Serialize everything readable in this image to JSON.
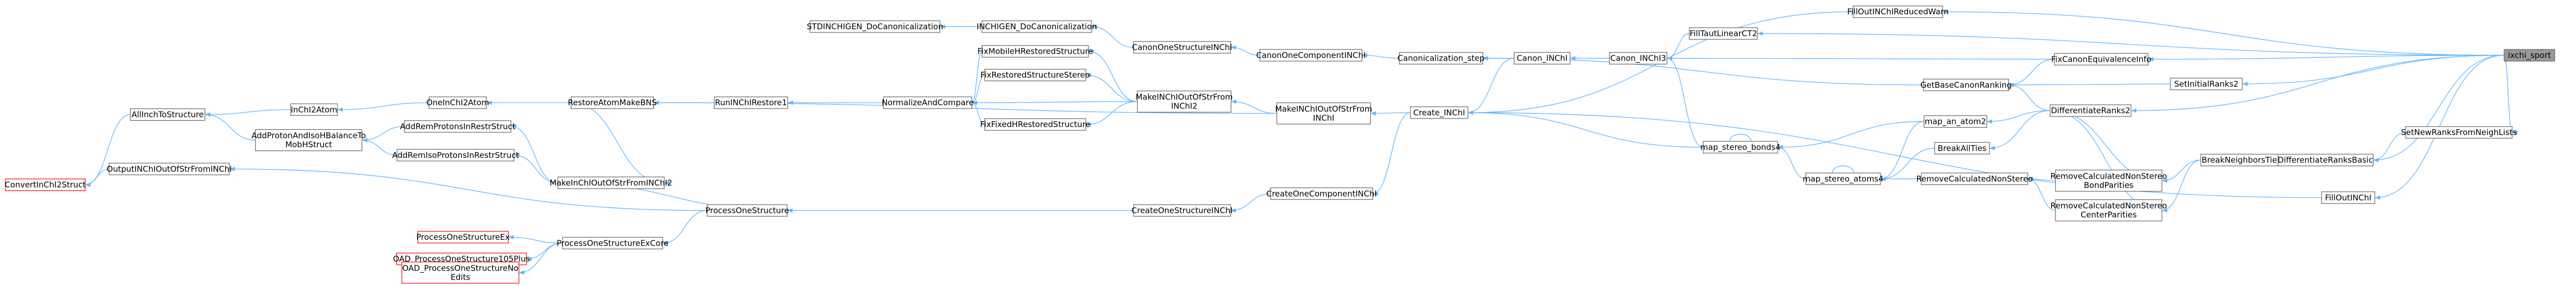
{
  "target": "ixchi_sport",
  "nodes": [
    {
      "id": "ixchi_sport",
      "lines": [
        "ixchi_sport"
      ],
      "red": false,
      "target": true
    },
    {
      "id": "FillOutINChIReducedWarn",
      "lines": [
        "FillOutINChIReducedWarn"
      ],
      "red": false
    },
    {
      "id": "FillTautLinearCT2",
      "lines": [
        "FillTautLinearCT2"
      ],
      "red": false
    },
    {
      "id": "FixCanonEquivalenceInfo",
      "lines": [
        "FixCanonEquivalenceInfo"
      ],
      "red": false
    },
    {
      "id": "SetInitialRanks2",
      "lines": [
        "SetInitialRanks2"
      ],
      "red": false
    },
    {
      "id": "DifferentiateRanks2",
      "lines": [
        "DifferentiateRanks2"
      ],
      "red": false
    },
    {
      "id": "SetNewRanksFromNeighLists",
      "lines": [
        "SetNewRanksFromNeighLists"
      ],
      "red": false
    },
    {
      "id": "DifferentiateRanksBasic",
      "lines": [
        "DifferentiateRanksBasic"
      ],
      "red": false
    },
    {
      "id": "FillOutINChI",
      "lines": [
        "FillOutINChI"
      ],
      "red": false
    },
    {
      "id": "Canon_INChI3",
      "lines": [
        "Canon_INChI3"
      ],
      "red": false
    },
    {
      "id": "GetBaseCanonRanking",
      "lines": [
        "GetBaseCanonRanking"
      ],
      "red": false
    },
    {
      "id": "map_an_atom2",
      "lines": [
        "map_an_atom2"
      ],
      "red": false
    },
    {
      "id": "BreakAllTies",
      "lines": [
        "BreakAllTies"
      ],
      "red": false
    },
    {
      "id": "RemoveCalculatedNonStereoBondParities",
      "lines": [
        "RemoveCalculatedNonStereo",
        "BondParities"
      ],
      "red": false
    },
    {
      "id": "RemoveCalculatedNonStereoCenterParities",
      "lines": [
        "RemoveCalculatedNonStereo",
        "CenterParities"
      ],
      "red": false
    },
    {
      "id": "BreakNeighborsTie",
      "lines": [
        "BreakNeighborsTie"
      ],
      "red": false
    },
    {
      "id": "Create_INChI",
      "lines": [
        "Create_INChI"
      ],
      "red": false
    },
    {
      "id": "Canon_INChI",
      "lines": [
        "Canon_INChI"
      ],
      "red": false
    },
    {
      "id": "map_stereo_bonds4",
      "lines": [
        "map_stereo_bonds4"
      ],
      "red": false
    },
    {
      "id": "map_stereo_atoms4",
      "lines": [
        "map_stereo_atoms4"
      ],
      "red": false
    },
    {
      "id": "RemoveCalculatedNonStereo",
      "lines": [
        "RemoveCalculatedNonStereo"
      ],
      "red": false
    },
    {
      "id": "Canonicalization_step",
      "lines": [
        "Canonicalization_step"
      ],
      "red": false
    },
    {
      "id": "CanonOneComponentINChI",
      "lines": [
        "CanonOneComponentINChI"
      ],
      "red": false
    },
    {
      "id": "MakeINChIOutOfStrFromINChI",
      "lines": [
        "MakeINChIOutOfStrFrom",
        "INChI"
      ],
      "red": false
    },
    {
      "id": "CreateOneComponentINChI",
      "lines": [
        "CreateOneComponentINChI"
      ],
      "red": false
    },
    {
      "id": "CanonOneStructureINChI",
      "lines": [
        "CanonOneStructureINChI"
      ],
      "red": false
    },
    {
      "id": "MakeINChIOutOfStrFromINChI2",
      "lines": [
        "MakeINChIOutOfStrFrom",
        "INChI2"
      ],
      "red": false
    },
    {
      "id": "CreateOneStructureINChI",
      "lines": [
        "CreateOneStructureINChI"
      ],
      "red": false
    },
    {
      "id": "INCHIGEN_DoCanonicalization",
      "lines": [
        "INCHIGEN_DoCanonicalization"
      ],
      "red": false
    },
    {
      "id": "FixMobileHRestoredStructure",
      "lines": [
        "FixMobileHRestoredStructure"
      ],
      "red": false
    },
    {
      "id": "FixRestoredStructureStereo",
      "lines": [
        "FixRestoredStructureStereo"
      ],
      "red": false
    },
    {
      "id": "FixFixedHRestoredStructure",
      "lines": [
        "FixFixedHRestoredStructure"
      ],
      "red": false
    },
    {
      "id": "STDINCHIGEN_DoCanonicalization",
      "lines": [
        "STDINCHIGEN_DoCanonicalization"
      ],
      "red": false
    },
    {
      "id": "NormalizeAndCompare",
      "lines": [
        "NormalizeAndCompare"
      ],
      "red": false
    },
    {
      "id": "RunINChIRestore1",
      "lines": [
        "RunINChIRestore1"
      ],
      "red": false
    },
    {
      "id": "RestoreAtomMakeBNS",
      "lines": [
        "RestoreAtomMakeBNS"
      ],
      "red": false
    },
    {
      "id": "MakeInChIOutOfStrFromINChI2",
      "lines": [
        "MakeInChIOutOfStrFromINChI2"
      ],
      "red": false
    },
    {
      "id": "ProcessOneStructure",
      "lines": [
        "ProcessOneStructure"
      ],
      "red": false
    },
    {
      "id": "OneInChI2Atom",
      "lines": [
        "OneInChI2Atom"
      ],
      "red": false
    },
    {
      "id": "AddRemProtonsInRestrStruct",
      "lines": [
        "AddRemProtonsInRestrStruct"
      ],
      "red": false
    },
    {
      "id": "AddRemIsoProtonsInRestrStruct",
      "lines": [
        "AddRemIsoProtonsInRestrStruct"
      ],
      "red": false
    },
    {
      "id": "ProcessOneStructureExCore",
      "lines": [
        "ProcessOneStructureExCore"
      ],
      "red": false
    },
    {
      "id": "InChI2Atom",
      "lines": [
        "InChI2Atom"
      ],
      "red": false
    },
    {
      "id": "AddProtonAndIsoHBalanceToMobHStruct",
      "lines": [
        "AddProtonAndIsoHBalanceTo",
        "MobHStruct"
      ],
      "red": false
    },
    {
      "id": "ProcessOneStructureEx",
      "lines": [
        "ProcessOneStructureEx"
      ],
      "red": true
    },
    {
      "id": "OAD_ProcessOneStructure105Plus",
      "lines": [
        "OAD_ProcessOneStructure105Plus"
      ],
      "red": true
    },
    {
      "id": "OAD_ProcessOneStructureNoEdits",
      "lines": [
        "OAD_ProcessOneStructureNo",
        "Edits"
      ],
      "red": true
    },
    {
      "id": "AllInchToStructure",
      "lines": [
        "AllInchToStructure"
      ],
      "red": false
    },
    {
      "id": "OutputINChIOutOfStrFromINChI",
      "lines": [
        "OutputINChIOutOfStrFromINChI"
      ],
      "red": false
    },
    {
      "id": "ConvertInChI2Struct",
      "lines": [
        "ConvertInChI2Struct"
      ],
      "red": true
    }
  ],
  "edges": [
    [
      "FillOutINChIReducedWarn",
      "ixchi_sport"
    ],
    [
      "FillTautLinearCT2",
      "ixchi_sport"
    ],
    [
      "FixCanonEquivalenceInfo",
      "ixchi_sport"
    ],
    [
      "SetInitialRanks2",
      "ixchi_sport"
    ],
    [
      "DifferentiateRanks2",
      "ixchi_sport"
    ],
    [
      "SetNewRanksFromNeighLists",
      "ixchi_sport"
    ],
    [
      "DifferentiateRanksBasic",
      "ixchi_sport"
    ],
    [
      "FillOutINChI",
      "ixchi_sport"
    ],
    [
      "Canon_INChI3",
      "FillTautLinearCT2"
    ],
    [
      "Canon_INChI3",
      "FixCanonEquivalenceInfo"
    ],
    [
      "GetBaseCanonRanking",
      "FixCanonEquivalenceInfo"
    ],
    [
      "GetBaseCanonRanking",
      "SetInitialRanks2"
    ],
    [
      "GetBaseCanonRanking",
      "DifferentiateRanks2"
    ],
    [
      "map_an_atom2",
      "DifferentiateRanks2"
    ],
    [
      "BreakAllTies",
      "DifferentiateRanks2"
    ],
    [
      "RemoveCalculatedNonStereoBondParities",
      "DifferentiateRanks2"
    ],
    [
      "RemoveCalculatedNonStereoCenterParities",
      "DifferentiateRanks2"
    ],
    [
      "BreakNeighborsTie",
      "DifferentiateRanksBasic"
    ],
    [
      "DifferentiateRanksBasic",
      "SetNewRanksFromNeighLists"
    ],
    [
      "Create_INChI",
      "FillOutINChI"
    ],
    [
      "Create_INChI",
      "FillOutINChIReducedWarn"
    ],
    [
      "Canon_INChI",
      "Canon_INChI3"
    ],
    [
      "Canonicalization_step",
      "GetBaseCanonRanking"
    ],
    [
      "map_stereo_bonds4",
      "map_an_atom2"
    ],
    [
      "map_stereo_atoms4",
      "map_an_atom2"
    ],
    [
      "map_stereo_atoms4",
      "BreakAllTies"
    ],
    [
      "map_stereo_bonds4",
      "map_stereo_bonds4"
    ],
    [
      "map_stereo_atoms4",
      "map_stereo_atoms4"
    ],
    [
      "map_stereo_bonds4",
      "map_stereo_atoms4"
    ],
    [
      "RemoveCalculatedNonStereo",
      "RemoveCalculatedNonStereoBondParities"
    ],
    [
      "RemoveCalculatedNonStereo",
      "RemoveCalculatedNonStereoCenterParities"
    ],
    [
      "RemoveCalculatedNonStereoBondParities",
      "BreakNeighborsTie"
    ],
    [
      "RemoveCalculatedNonStereoCenterParities",
      "BreakNeighborsTie"
    ],
    [
      "Canon_INChI3",
      "map_stereo_bonds4"
    ],
    [
      "map_stereo_atoms4",
      "RemoveCalculatedNonStereo"
    ],
    [
      "Canonicalization_step",
      "Canon_INChI"
    ],
    [
      "Create_INChI",
      "Canon_INChI"
    ],
    [
      "Create_INChI",
      "map_stereo_bonds4"
    ],
    [
      "CanonOneComponentINChI",
      "Canonicalization_step"
    ],
    [
      "MakeINChIOutOfStrFromINChI",
      "Create_INChI"
    ],
    [
      "CreateOneComponentINChI",
      "Create_INChI"
    ],
    [
      "CanonOneStructureINChI",
      "CanonOneComponentINChI"
    ],
    [
      "MakeINChIOutOfStrFromINChI2",
      "MakeINChIOutOfStrFromINChI"
    ],
    [
      "CreateOneStructureINChI",
      "CreateOneComponentINChI"
    ],
    [
      "INCHIGEN_DoCanonicalization",
      "CanonOneStructureINChI"
    ],
    [
      "FixMobileHRestoredStructure",
      "MakeINChIOutOfStrFromINChI2"
    ],
    [
      "FixRestoredStructureStereo",
      "MakeINChIOutOfStrFromINChI2"
    ],
    [
      "FixFixedHRestoredStructure",
      "MakeINChIOutOfStrFromINChI2"
    ],
    [
      "NormalizeAndCompare",
      "MakeINChIOutOfStrFromINChI2"
    ],
    [
      "STDINCHIGEN_DoCanonicalization",
      "INCHIGEN_DoCanonicalization"
    ],
    [
      "NormalizeAndCompare",
      "FixMobileHRestoredStructure"
    ],
    [
      "NormalizeAndCompare",
      "FixRestoredStructureStereo"
    ],
    [
      "NormalizeAndCompare",
      "FixFixedHRestoredStructure"
    ],
    [
      "RunINChIRestore1",
      "NormalizeAndCompare"
    ],
    [
      "RestoreAtomMakeBNS",
      "RunINChIRestore1"
    ],
    [
      "RestoreAtomMakeBNS",
      "MakeINChIOutOfStrFromINChI"
    ],
    [
      "ProcessOneStructure",
      "CreateOneStructureINChI"
    ],
    [
      "OneInChI2Atom",
      "RestoreAtomMakeBNS"
    ],
    [
      "MakeInChIOutOfStrFromINChI2",
      "RestoreAtomMakeBNS"
    ],
    [
      "AddRemProtonsInRestrStruct",
      "MakeInChIOutOfStrFromINChI2"
    ],
    [
      "AddRemIsoProtonsInRestrStruct",
      "MakeInChIOutOfStrFromINChI2"
    ],
    [
      "ProcessOneStructure",
      "MakeInChIOutOfStrFromINChI2"
    ],
    [
      "ProcessOneStructureExCore",
      "ProcessOneStructure"
    ],
    [
      "InChI2Atom",
      "OneInChI2Atom"
    ],
    [
      "AddProtonAndIsoHBalanceToMobHStruct",
      "AddRemProtonsInRestrStruct"
    ],
    [
      "AddProtonAndIsoHBalanceToMobHStruct",
      "AddRemIsoProtonsInRestrStruct"
    ],
    [
      "ProcessOneStructureEx",
      "ProcessOneStructureExCore"
    ],
    [
      "OAD_ProcessOneStructure105Plus",
      "ProcessOneStructureExCore"
    ],
    [
      "OAD_ProcessOneStructureNoEdits",
      "ProcessOneStructureExCore"
    ],
    [
      "AllInchToStructure",
      "InChI2Atom"
    ],
    [
      "AllInchToStructure",
      "AddProtonAndIsoHBalanceToMobHStruct"
    ],
    [
      "OutputINChIOutOfStrFromINChI",
      "ProcessOneStructure"
    ],
    [
      "ConvertInChI2Struct",
      "AllInchToStructure"
    ],
    [
      "ConvertInChI2Struct",
      "OutputINChIOutOfStrFromINChI"
    ]
  ]
}
